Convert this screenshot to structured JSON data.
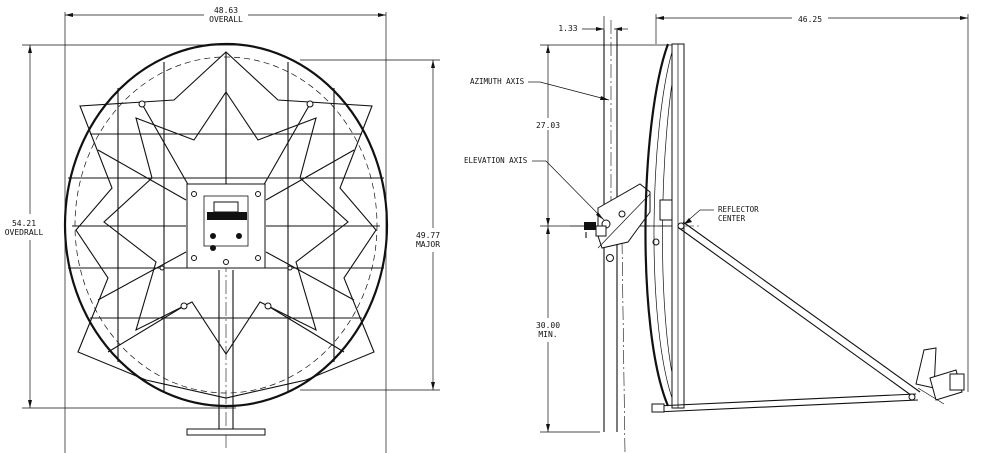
{
  "front_view": {
    "overall_width": {
      "value": "48.63",
      "label": "OVERALL"
    },
    "overall_height": {
      "value": "54.21",
      "label": "OVEDRALL"
    },
    "major_axis": {
      "value": "49.77",
      "label": "MAJOR"
    }
  },
  "side_view": {
    "offset": {
      "value": "1.33"
    },
    "depth": {
      "value": "46.25"
    },
    "upper_height": {
      "value": "27.03"
    },
    "lower_height": {
      "value": "30.00",
      "label": "MIN."
    },
    "callouts": {
      "azimuth_axis": "AZIMUTH AXIS",
      "elevation_axis": "ELEVATION AXIS",
      "reflector_center_line1": "REFLECTOR",
      "reflector_center_line2": "CENTER"
    }
  }
}
